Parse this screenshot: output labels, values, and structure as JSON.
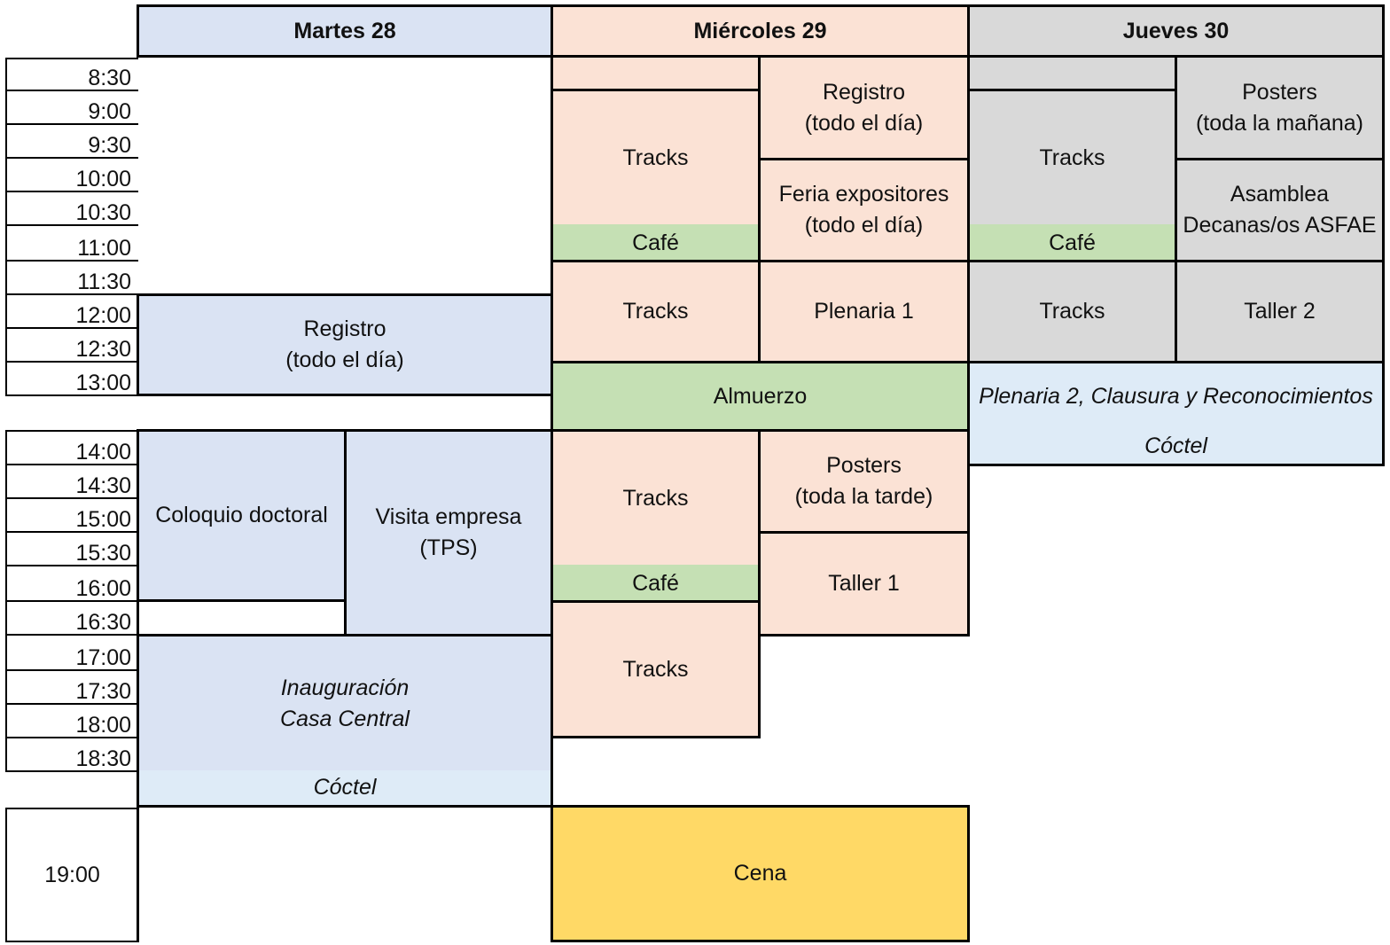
{
  "days": [
    "Martes 28",
    "Miércoles 29",
    "Jueves 30"
  ],
  "times": [
    "8:30",
    "9:00",
    "9:30",
    "10:00",
    "10:30",
    "11:00",
    "11:30",
    "12:00",
    "12:30",
    "13:00",
    "14:00",
    "14:30",
    "15:00",
    "15:30",
    "16:00",
    "16:30",
    "17:00",
    "17:30",
    "18:00",
    "18:30",
    "19:00"
  ],
  "tuesday": {
    "registro": "Registro\n(todo el día)",
    "coloquio": "Coloquio doctoral",
    "visita": "Visita empresa\n(TPS)",
    "inauguracion": "Inauguración\nCasa Central",
    "coctel": "Cóctel"
  },
  "wednesday": {
    "tracks1": "Tracks",
    "registro": "Registro\n(todo el día)",
    "feria": "Feria expositores\n(todo el día)",
    "cafe1": "Café",
    "tracks2": "Tracks",
    "plenaria1": "Plenaria 1",
    "almuerzo": "Almuerzo",
    "tracks3": "Tracks",
    "posters": "Posters\n(toda la tarde)",
    "cafe2": "Café",
    "taller1": "Taller 1",
    "tracks4": "Tracks",
    "cena": "Cena"
  },
  "thursday": {
    "tracks1": "Tracks",
    "posters": "Posters\n(toda la mañana)",
    "asamblea": "Asamblea\nDecanas/os ASFAE",
    "cafe": "Café",
    "tracks2": "Tracks",
    "taller2": "Taller 2",
    "plenaria2": "Plenaria 2, Clausura y Reconocimientos",
    "coctel": "Cóctel"
  },
  "colors": {
    "tuesday": "#dae3f3",
    "wednesday": "#fbe2d5",
    "thursday": "#d9d9d9",
    "cafe": "#c5e0b4",
    "light": "#deebf7",
    "cena": "#ffd966"
  }
}
